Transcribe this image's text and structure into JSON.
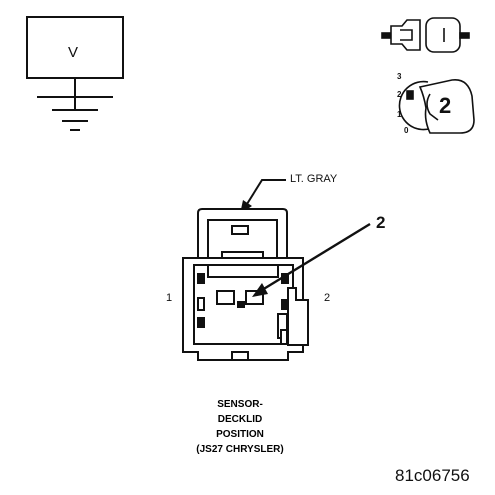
{
  "meter": {
    "letter": "V",
    "ground_icon": "ground-symbol-icon"
  },
  "probe": {
    "icon": "back-probe-icon",
    "dial_icon": "selector-dial-icon"
  },
  "dial": {
    "marks": [
      "3",
      "2",
      "1",
      "0"
    ],
    "setting": "2"
  },
  "connector": {
    "wire_color": "LT. GRAY",
    "callout": "2",
    "pin_left": "1",
    "pin_right": "2"
  },
  "caption": {
    "lines": [
      "SENSOR-",
      "DECKLID",
      "POSITION",
      "(JS27 CHRYSLER)"
    ]
  },
  "figure_id": "81c06756",
  "colors": {
    "line": "#111111",
    "background": "#ffffff"
  }
}
